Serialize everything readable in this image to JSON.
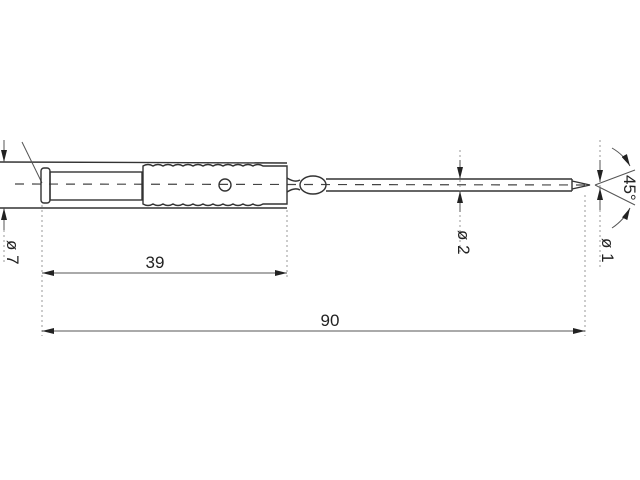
{
  "drawing": {
    "dimensions": {
      "length_grip": "39",
      "length_total": "90",
      "dia_body": "ø 7",
      "dia_pin": "ø 2",
      "dia_tip": "ø 1",
      "tip_angle": "45°"
    }
  }
}
